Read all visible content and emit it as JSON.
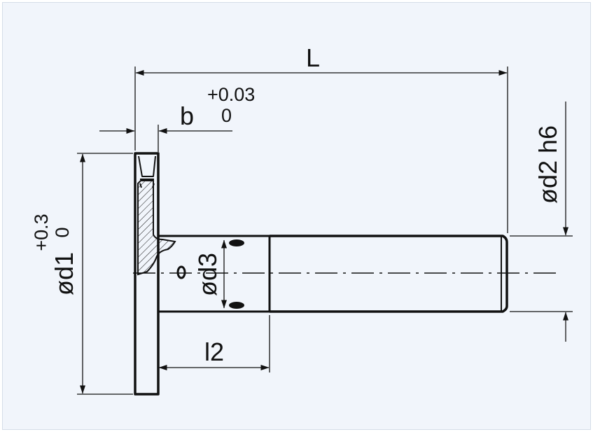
{
  "diagram": {
    "labels": {
      "length": "L",
      "flange_width": "b",
      "flange_width_tol_upper": "+0.03",
      "flange_width_tol_lower": "0",
      "flange_diameter": "ød1",
      "flange_diameter_tol_upper": "+0.3",
      "flange_diameter_tol_lower": "0",
      "shaft_diameter": "ød2 h6",
      "groove_diameter": "ød3",
      "groove_length": "l2"
    },
    "colors": {
      "line": "#111111",
      "background": "#f1f5fb",
      "frame_border": "#d5dde8"
    }
  }
}
